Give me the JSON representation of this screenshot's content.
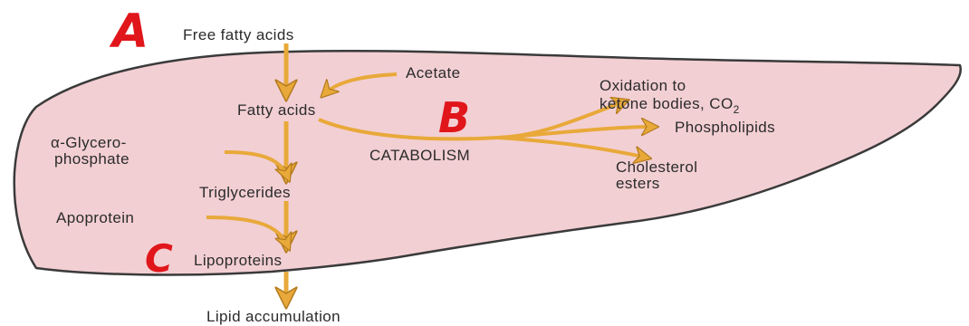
{
  "labels": {
    "free_fatty_acids": "Free fatty acids",
    "acetate": "Acetate",
    "fatty_acids": "Fatty acids",
    "oxidation_line1": "Oxidation to",
    "oxidation_line2": "ketone bodies, CO",
    "oxidation_sub": "2",
    "phospholipids": "Phospholipids",
    "catabolism": "CATABOLISM",
    "cholesterol_line1": "Cholesterol",
    "cholesterol_line2": "esters",
    "glycero_line1": "α-Glycero-",
    "glycero_line2": "phosphate",
    "triglycerides": "Triglycerides",
    "apoprotein": "Apoprotein",
    "lipoproteins": "Lipoproteins",
    "lipid_accumulation": "Lipid accumulation"
  },
  "markers": {
    "a": "A",
    "b": "B",
    "c": "C"
  },
  "colors": {
    "liver_fill": "#f2cfd3",
    "liver_outline": "#3a3a3a",
    "arrow": "#e8a93a",
    "arrow_dark": "#b37a1e",
    "marker": "#e0161b"
  }
}
